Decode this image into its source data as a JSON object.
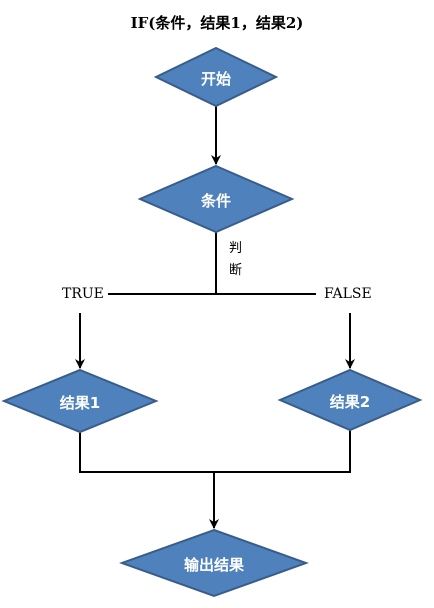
{
  "title": "IF(条件，结果1，结果2)",
  "nodes": {
    "start": "开始",
    "condition": "条件",
    "result1": "结果1",
    "result2": "结果2",
    "output": "输出结果"
  },
  "labels": {
    "judge": "判断",
    "true": "TRUE",
    "false": "FALSE"
  },
  "colors": {
    "node_fill": "#4f81bd",
    "node_stroke": "#385d8a",
    "line": "#000000"
  }
}
